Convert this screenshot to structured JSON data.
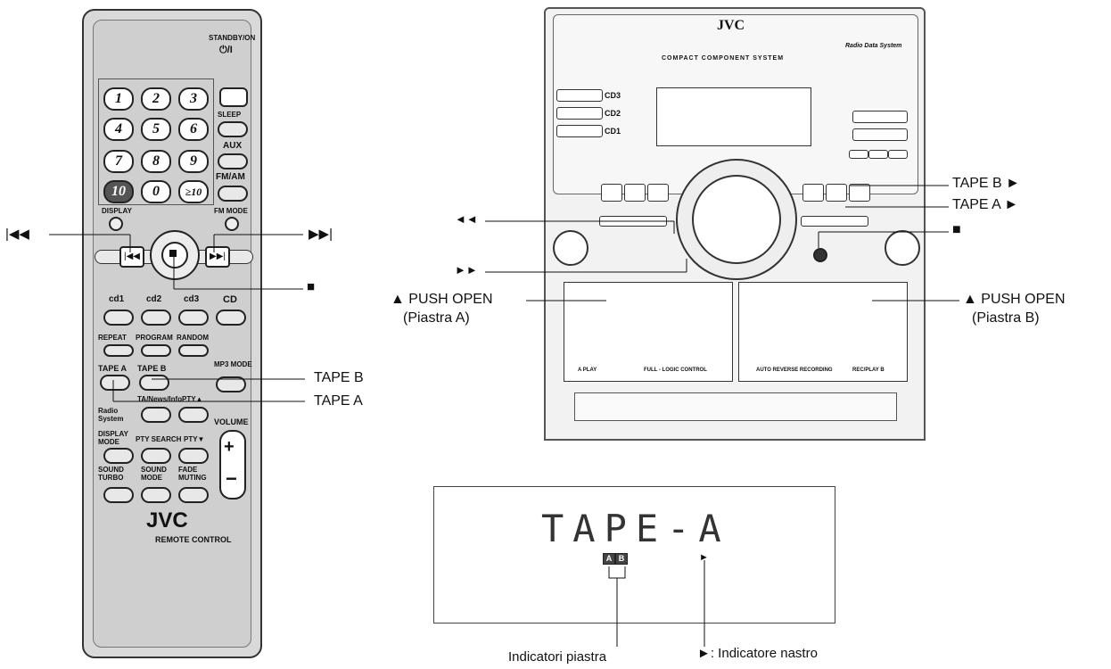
{
  "remote": {
    "standby_label": "STANDBY/ON",
    "standby_symbol": "⏻/I",
    "num_keys": [
      "1",
      "2",
      "3",
      "4",
      "5",
      "6",
      "7",
      "8",
      "9",
      "10",
      "0",
      "≥10"
    ],
    "sleep": "SLEEP",
    "aux": "AUX",
    "fmam": "FM/AM",
    "display": "DISPLAY",
    "fm_mode": "FM MODE",
    "cd1": "cd1",
    "cd2": "cd2",
    "cd3": "cd3",
    "cd": "CD",
    "repeat": "REPEAT",
    "program": "PROGRAM",
    "random": "RANDOM",
    "tape_a": "TAPE A",
    "tape_b": "TAPE B",
    "mp3_mode": "MP3 MODE",
    "ta_news": "TA/News/Info",
    "pty_up": "PTY▲",
    "radio_system": "Radio System",
    "display_mode": "DISPLAY MODE",
    "pty_search": "PTY SEARCH",
    "pty_down": "PTY▼",
    "volume": "VOLUME",
    "sound_turbo": "SOUND TURBO",
    "sound_mode": "SOUND MODE",
    "fade_muting": "FADE MUTING",
    "brand": "JVC",
    "remote_label": "REMOTE CONTROL"
  },
  "remote_callouts": {
    "skip_back": "|◀◀",
    "skip_fwd": "▶▶|",
    "stop": "■",
    "tape_b": "TAPE B",
    "tape_a": "TAPE A"
  },
  "unit": {
    "brand": "JVC",
    "system_label": "COMPACT COMPONENT SYSTEM",
    "rds_label": "Radio Data System",
    "cd3": "CD3",
    "cd2": "CD2",
    "cd1": "CD1",
    "deck_a_play": "A PLAY",
    "deck_a_info": "FULL - LOGIC CONTROL",
    "deck_b_info": "AUTO REVERSE RECORDING",
    "deck_b_rec": "REC/PLAY B"
  },
  "unit_callouts": {
    "tape_b_play": "TAPE B ►",
    "tape_a_play": "TAPE A ►",
    "rewind": "◄◄",
    "stop": "■",
    "ffwd": "►►",
    "push_open_a": "▲ PUSH OPEN",
    "piastra_a": "(Piastra A)",
    "push_open_b": "▲ PUSH OPEN",
    "piastra_b": "(Piastra B)"
  },
  "display": {
    "text": "TAPE-A",
    "deck_a": "A",
    "deck_b": "B",
    "tape_indicator": "►"
  },
  "display_callouts": {
    "deck_indicators": "Indicatori piastra",
    "tape_indicator": "►: Indicatore nastro"
  }
}
